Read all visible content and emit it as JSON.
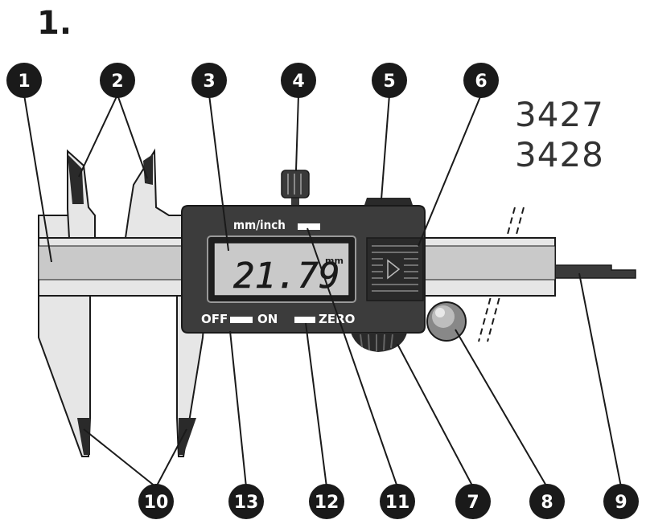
{
  "figure": {
    "number": "1.",
    "models": [
      "3427",
      "3428"
    ]
  },
  "display": {
    "reading": "21.79",
    "unit": "mm"
  },
  "buttons": {
    "unit_label": "mm/inch",
    "power_off": "OFF",
    "power_on": "ON",
    "zero": "ZERO"
  },
  "callouts": [
    "1",
    "2",
    "3",
    "4",
    "5",
    "6",
    "7",
    "8",
    "9",
    "10",
    "11",
    "12",
    "13"
  ],
  "colors": {
    "callout_fill": "#1a1a1a",
    "body": "#3a3a3a",
    "steel": "#cfcfcf",
    "lcd": "#c9c9c9"
  }
}
